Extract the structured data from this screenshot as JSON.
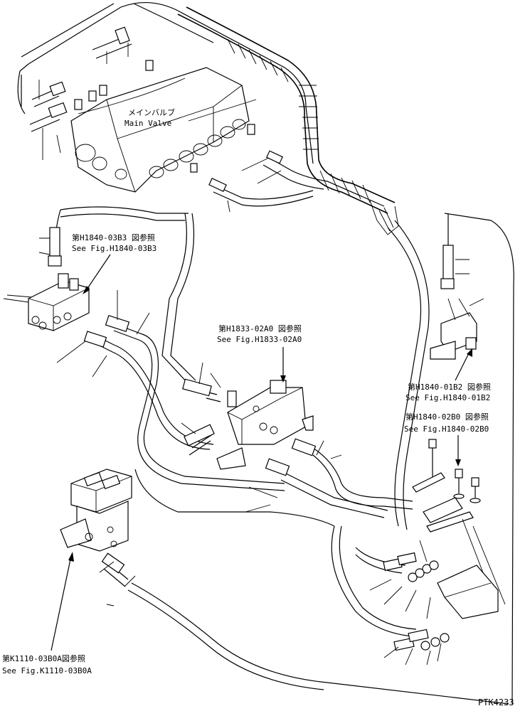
{
  "labels": {
    "main_valve_jp": "メインバルブ",
    "main_valve_en": "Main Valve",
    "ref_h1840_03b3_jp": "第H1840-03B3 図参照",
    "ref_h1840_03b3_en": "See Fig.H1840-03B3",
    "ref_h1833_02a0_jp": "第H1833-02A0 図参照",
    "ref_h1833_02a0_en": "See Fig.H1833-02A0",
    "ref_h1840_01b2_jp": "第H1840-01B2 図参照",
    "ref_h1840_01b2_en": "See Fig.H1840-01B2",
    "ref_h1840_02b0_jp": "第H1840-02B0 図参照",
    "ref_h1840_02b0_en": "See Fig.H1840-02B0",
    "ref_k1110_03b0a_jp": "第K1110-03B0A図参照",
    "ref_k1110_03b0a_en": "See Fig.K1110-03B0A",
    "drawing_code": "PTK4233"
  }
}
